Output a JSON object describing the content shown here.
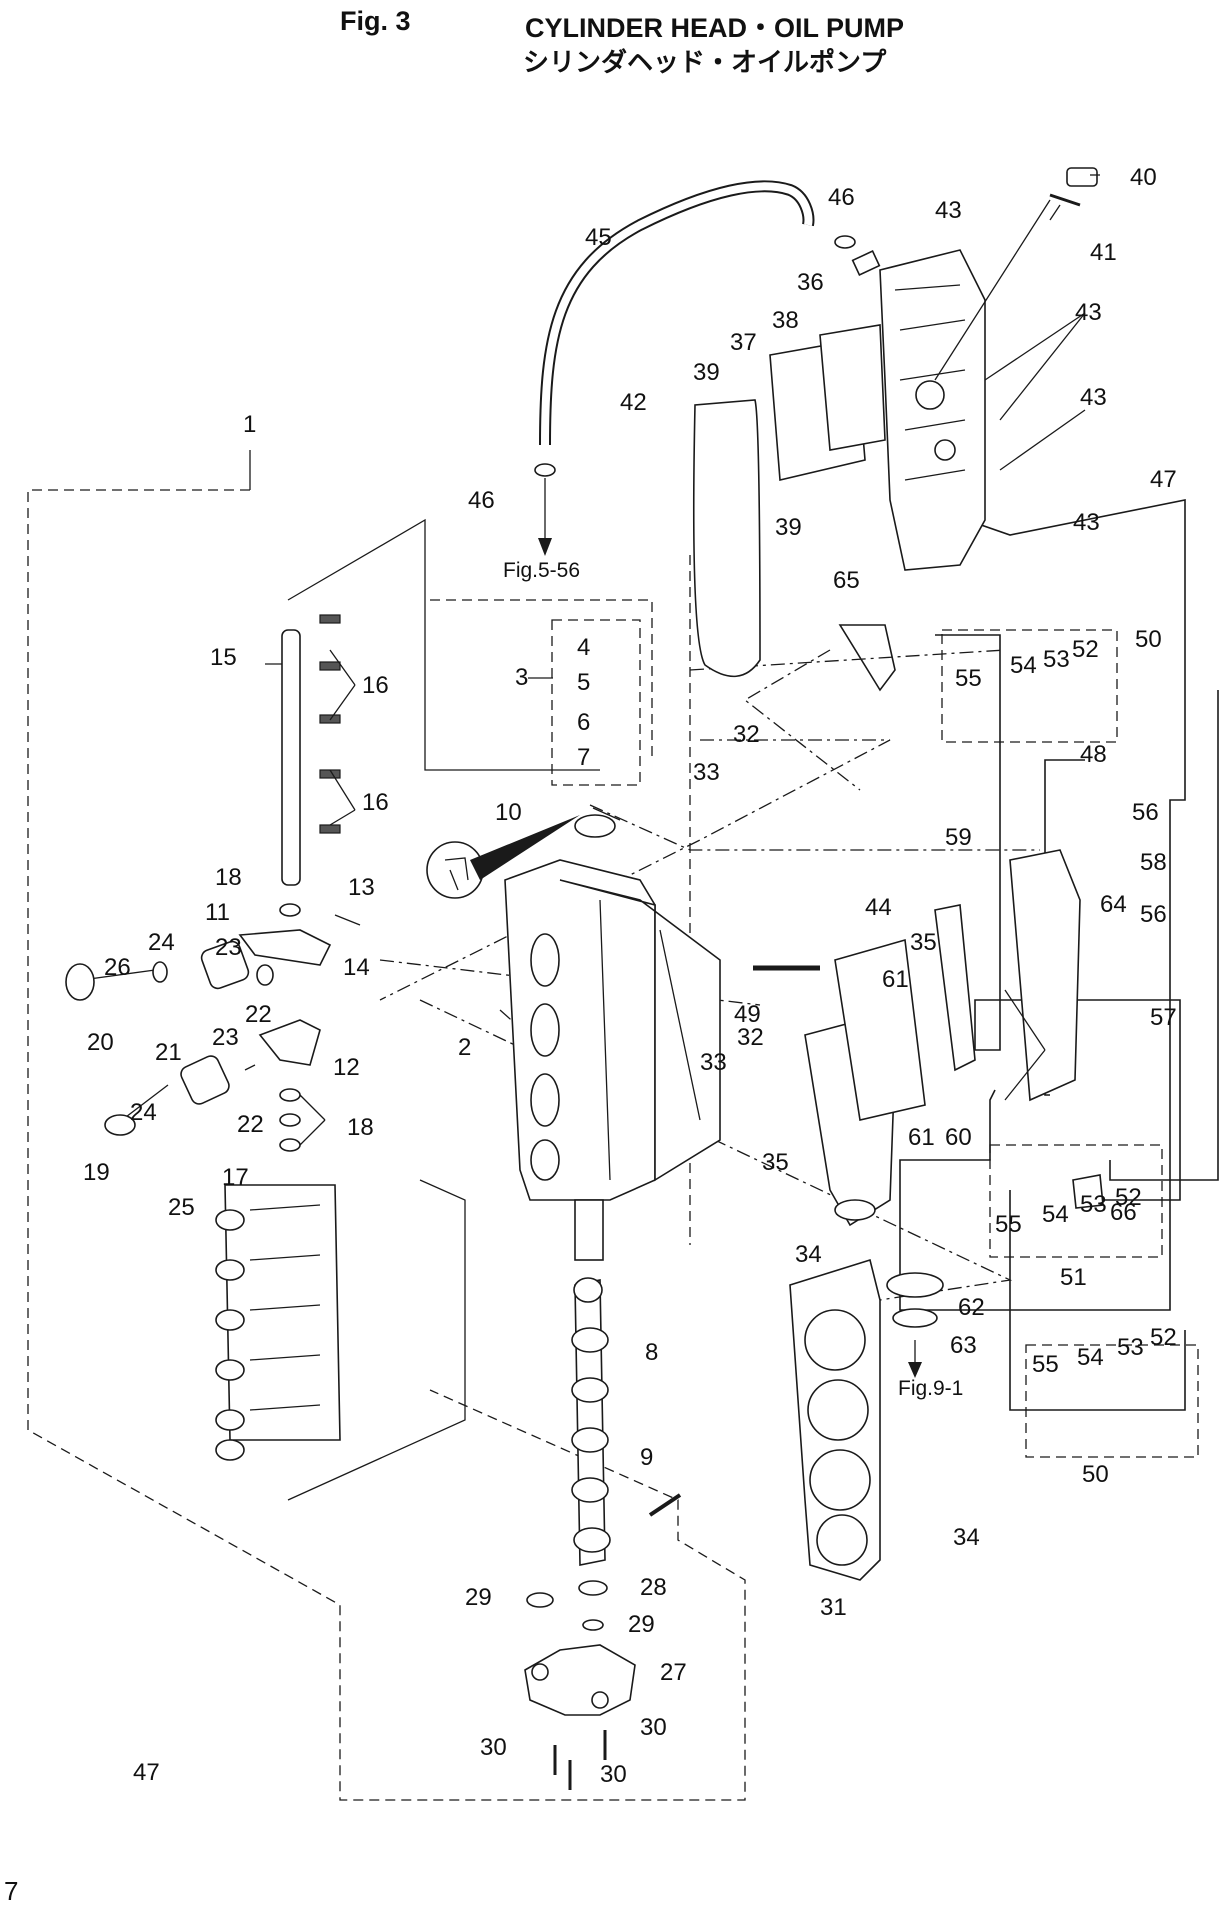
{
  "header": {
    "fig_label": "Fig. 3",
    "title_en": "CYLINDER HEAD・OIL PUMP",
    "title_ja": "シリンダヘッド・オイルポンプ"
  },
  "page_number": "7",
  "callouts": [
    "1",
    "2",
    "3",
    "4",
    "5",
    "6",
    "7",
    "8",
    "9",
    "10",
    "11",
    "12",
    "13",
    "14",
    "15",
    "16",
    "16",
    "17",
    "18",
    "18",
    "19",
    "20",
    "21",
    "22",
    "22",
    "23",
    "23",
    "24",
    "24",
    "25",
    "26",
    "27",
    "28",
    "29",
    "29",
    "30",
    "30",
    "30",
    "31",
    "32",
    "32",
    "33",
    "33",
    "34",
    "34",
    "35",
    "35",
    "36",
    "37",
    "38",
    "39",
    "39",
    "40",
    "41",
    "42",
    "43",
    "43",
    "43",
    "43",
    "44",
    "45",
    "46",
    "46",
    "47",
    "47",
    "48",
    "49",
    "50",
    "50",
    "51",
    "52",
    "52",
    "52",
    "53",
    "53",
    "53",
    "54",
    "54",
    "54",
    "55",
    "55",
    "55",
    "56",
    "56",
    "57",
    "58",
    "59",
    "60",
    "61",
    "61",
    "62",
    "63",
    "64",
    "65",
    "66"
  ],
  "references": [
    "Fig.5-56",
    "Fig.9-1"
  ]
}
